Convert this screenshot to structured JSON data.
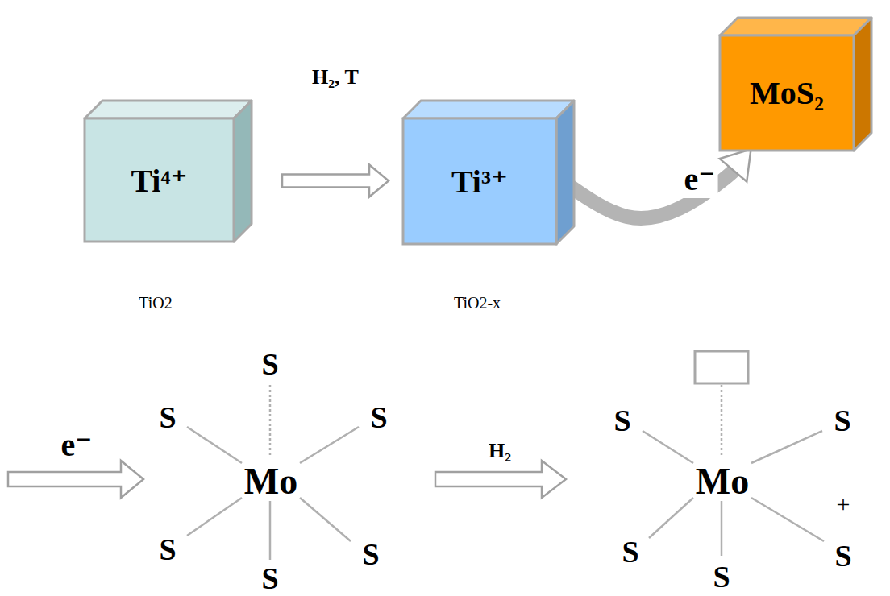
{
  "diagram": {
    "nodes": [
      {
        "text": [
          "Ti⁴⁺",
          "TiO2"
        ]
      },
      {
        "text": [
          "Ti³⁺",
          "TiO2-x"
        ]
      },
      {
        "text": [
          "MoS₂"
        ]
      }
    ],
    "edges": [
      {
        "from": 0,
        "to": 1,
        "arrow": "to",
        "label": "H₂, T"
      },
      {
        "from": 1,
        "to": 2,
        "arrow": "to",
        "label": "e⁻"
      }
    ],
    "labels": [
      "e⁻",
      "S",
      "S",
      "S",
      "Mo",
      "S",
      "S",
      "S",
      "H₂",
      "S",
      "S",
      "Mo",
      "+",
      "S",
      "S",
      "S"
    ]
  }
}
